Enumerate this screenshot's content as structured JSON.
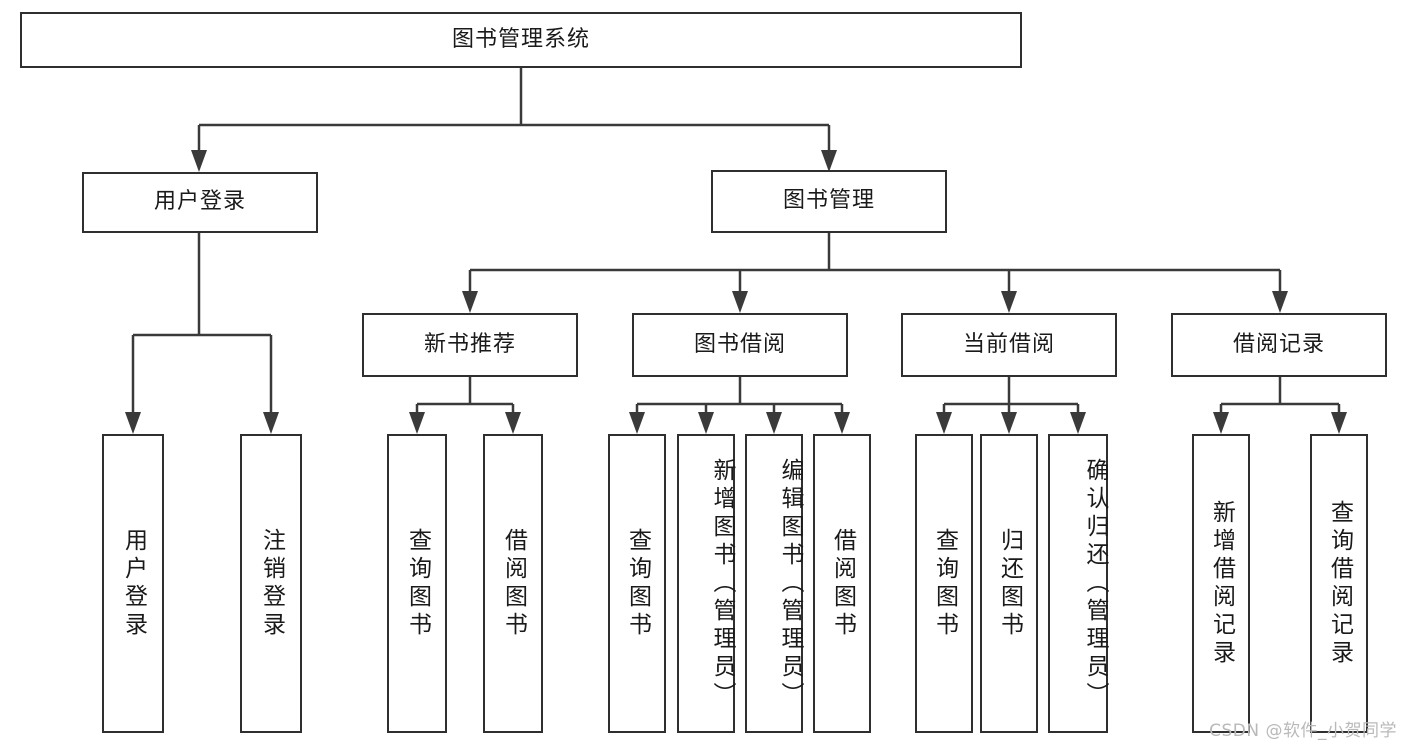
{
  "diagram": {
    "title": "图书管理系统",
    "type": "tree",
    "watermark": "CSDN @软件_小贺同学",
    "colors": {
      "box_border": "#2f2f2f",
      "box_fill": "#ffffff",
      "text": "#1a1a1a",
      "connector": "#3a3a3a",
      "watermark": "#b9b9b9",
      "background": "#ffffff"
    },
    "root": {
      "label": "图书管理系统"
    },
    "level1": [
      {
        "label": "用户登录"
      },
      {
        "label": "图书管理"
      }
    ],
    "level2": [
      {
        "label": "新书推荐"
      },
      {
        "label": "图书借阅"
      },
      {
        "label": "当前借阅"
      },
      {
        "label": "借阅记录"
      }
    ],
    "leaves": {
      "user_login": [
        {
          "label": "用户登录"
        },
        {
          "label": "注销登录"
        }
      ],
      "new_book": [
        {
          "label": "查询图书"
        },
        {
          "label": "借阅图书"
        }
      ],
      "borrow": [
        {
          "label": "查询图书"
        },
        {
          "label": "新增图书（管理员）"
        },
        {
          "label": "编辑图书（管理员）"
        },
        {
          "label": "借阅图书"
        }
      ],
      "current": [
        {
          "label": "查询图书"
        },
        {
          "label": "归还图书"
        },
        {
          "label": "确认归还（管理员）"
        }
      ],
      "records": [
        {
          "label": "新增借阅记录"
        },
        {
          "label": "查询借阅记录"
        }
      ]
    }
  }
}
